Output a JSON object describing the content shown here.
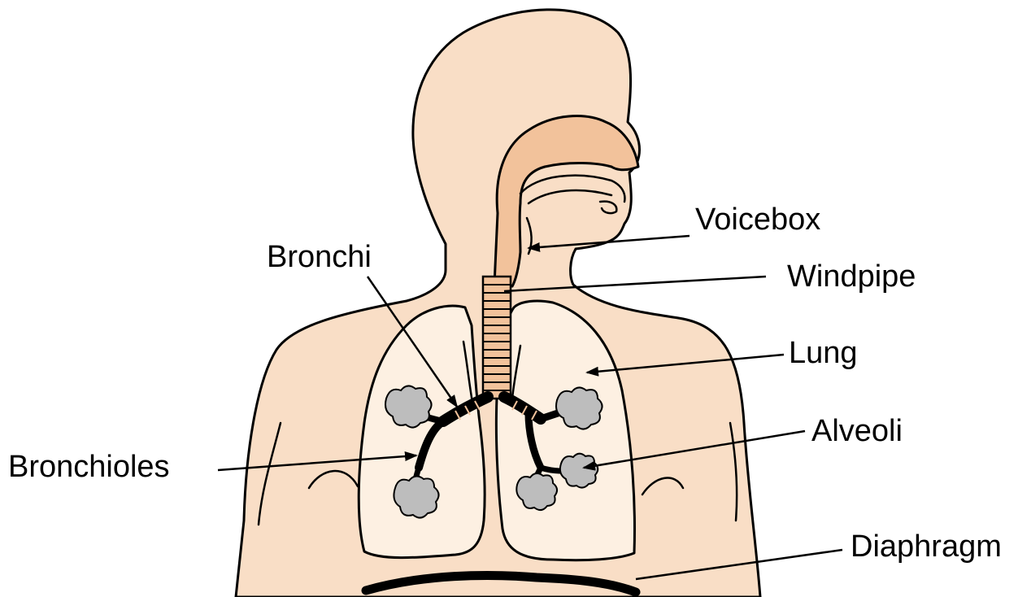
{
  "labels": {
    "voicebox": "Voicebox",
    "windpipe": "Windpipe",
    "lung": "Lung",
    "alveoli": "Alveoli",
    "bronchi": "Bronchi",
    "bronchioles": "Bronchioles",
    "diaphragm": "Diaphragm"
  },
  "colors": {
    "skin": "#F9DEC6",
    "airway": "#F2C29B",
    "lung": "#FDF0E2",
    "alveoli": "#BDBDBD",
    "outline": "#000000",
    "background": "#FFFFFF"
  }
}
